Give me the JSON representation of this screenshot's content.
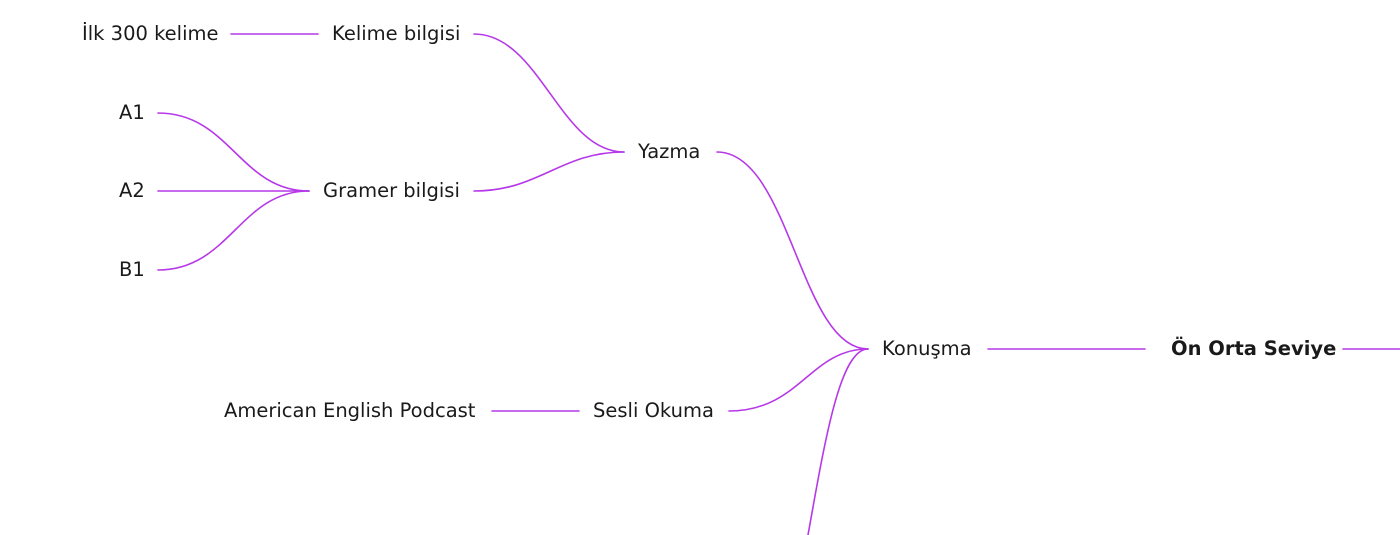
{
  "theme": {
    "edge_color": "#b638e8",
    "text_color": "#1a1a1a",
    "background": "#ffffff"
  },
  "nodes": {
    "ilk300": "İlk 300 kelime",
    "kelime": "Kelime bilgisi",
    "a1": "A1",
    "a2": "A2",
    "b1": "B1",
    "gramer": "Gramer bilgisi",
    "yazma": "Yazma",
    "konusma": "Konuşma",
    "onorta": "Ön Orta Seviye",
    "aep": "American English Podcast",
    "sesli": "Sesli Okuma"
  },
  "edges": [
    {
      "from": "ilk300",
      "to": "kelime"
    },
    {
      "from": "a1",
      "to": "gramer"
    },
    {
      "from": "a2",
      "to": "gramer"
    },
    {
      "from": "b1",
      "to": "gramer"
    },
    {
      "from": "kelime",
      "to": "yazma"
    },
    {
      "from": "gramer",
      "to": "yazma"
    },
    {
      "from": "yazma",
      "to": "konusma"
    },
    {
      "from": "aep",
      "to": "sesli"
    },
    {
      "from": "sesli",
      "to": "konusma"
    },
    {
      "from": "konusma",
      "to": "onorta"
    }
  ]
}
